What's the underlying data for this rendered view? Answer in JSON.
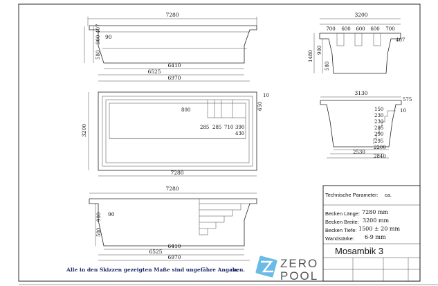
{
  "front_view": {
    "overall_length": "7280",
    "step_width": "90",
    "depth_shallow": "900",
    "depth_top": "407",
    "depth_deep": "580",
    "len_inner": "6410",
    "len_bottom": "6525",
    "len_outer": "6970"
  },
  "side_view": {
    "overall_width": "3200",
    "segments": [
      "700",
      "600",
      "600",
      "600",
      "700"
    ],
    "rim_offset": "407",
    "depth_total": "1480",
    "depth_mid": "900",
    "depth_low": "580"
  },
  "plan_view": {
    "length": "7280",
    "width": "3200",
    "rim": "10",
    "step_depth": "650",
    "step_width": "800",
    "steps": [
      "285",
      "285",
      "710",
      "390"
    ],
    "step_extra": "430"
  },
  "section_view": {
    "overall_width": "3130",
    "rim_a": "575",
    "rim_b": "10",
    "steps": [
      "150",
      "230",
      "230",
      "285",
      "290",
      "295"
    ],
    "floor_inner": "2200",
    "floor_a": "2530",
    "floor_b": "2840"
  },
  "bottom_view": {
    "overall_length": "7280",
    "step_width": "90",
    "depth_shallow": "900",
    "depth_deep": "580",
    "len_inner": "6410",
    "len_bottom": "6525",
    "len_outer": "6970"
  },
  "params": {
    "header": "Technische Parameter:",
    "header_ca": "ca.",
    "rows": [
      {
        "label": "Becken Länge:",
        "value": "7280  mm"
      },
      {
        "label": "Becken Breite:",
        "value": "3200  mm"
      },
      {
        "label": "Becken Tiefe:",
        "value": "1500 ± 20 mm"
      },
      {
        "label": "Wandstärke:",
        "value": "6-9 mm"
      }
    ],
    "model": "Mosambik 3"
  },
  "footer": {
    "note": "Alle in den Skizzen gezeigten Maße sind ungefähre Angaben.",
    "note_ca": "ca."
  },
  "brand": {
    "line1": "ZERO",
    "line2": "POOL"
  }
}
